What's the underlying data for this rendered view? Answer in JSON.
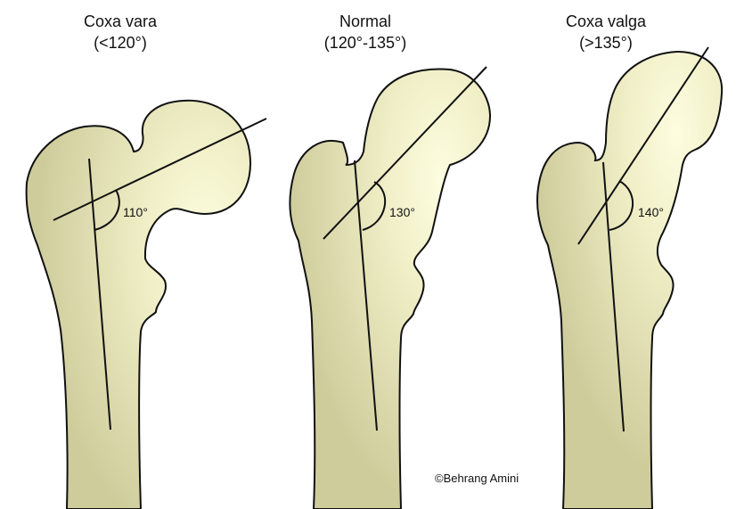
{
  "panels": [
    {
      "id": "coxa-vara",
      "title": "Coxa vara",
      "range": "(<120°)",
      "angle_label": "110°",
      "neck_shaft_angle_deg": 110
    },
    {
      "id": "normal",
      "title": "Normal",
      "range": "(120°-135°)",
      "angle_label": "130°",
      "neck_shaft_angle_deg": 130
    },
    {
      "id": "coxa-valga",
      "title": "Coxa valga",
      "range": "(>135°)",
      "angle_label": "140°",
      "neck_shaft_angle_deg": 140
    }
  ],
  "credit": "©Behrang Amini",
  "colors": {
    "bone_fill": "#cfcc9c",
    "head_highlight": "#fbfbd9",
    "outline": "#111111",
    "background": "#ffffff"
  }
}
